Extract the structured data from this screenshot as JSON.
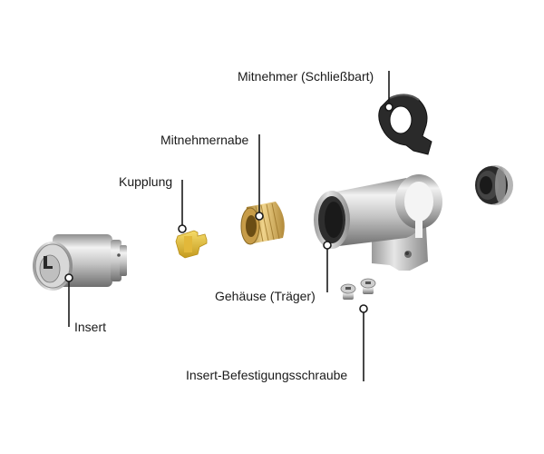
{
  "labels": {
    "mitnehmer": "Mitnehmer (Schließbart)",
    "mitnehmernabe": "Mitnehmernabe",
    "kupplung": "Kupplung",
    "insert": "Insert",
    "gehaeuse": "Gehäuse (Träger)",
    "schraube": "Insert-Befestigungsschraube"
  },
  "colors": {
    "leader": "#1a1a1a",
    "metal": "#c9c9c9",
    "brass": "#d8b45a",
    "gold": "#e9c33a",
    "dark_part": "#2a2a2a"
  }
}
